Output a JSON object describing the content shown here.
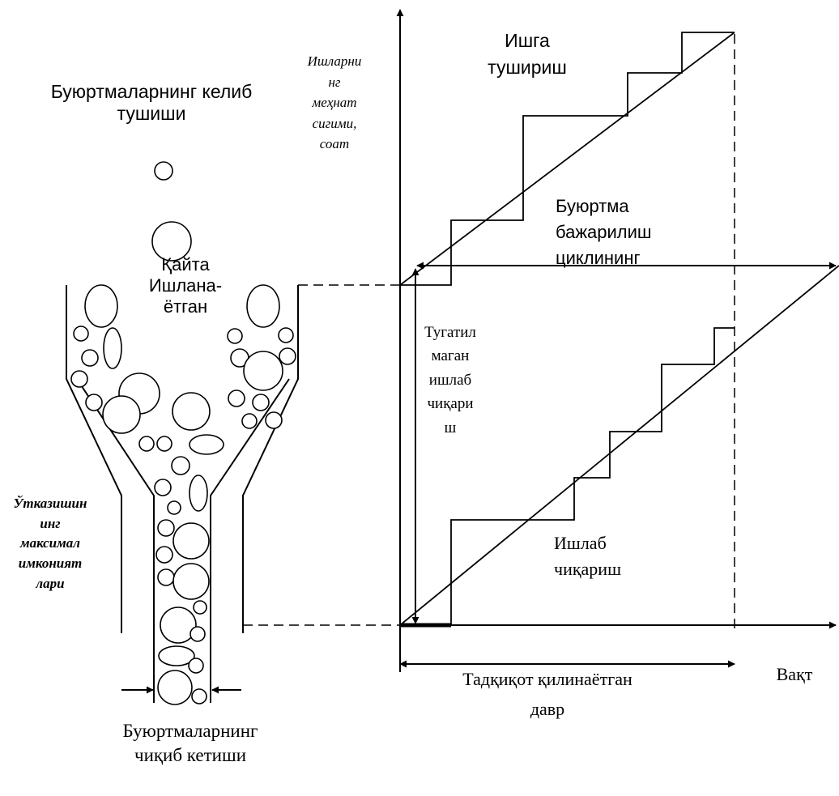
{
  "funnel": {
    "inflow_label": "Буюртмаларнинг келиб\nтушиши",
    "rework_label": "Қайта\nИшлана-\nётган",
    "capacity_label": "Ўтказишин\nинг\nмаксимал\nимконият\nлари",
    "outflow_label": "Буюртмаларнинг\nчиқиб кетиши"
  },
  "chart": {
    "y_axis_label": "Ишларни\nнг\nмеҳнат\nсигими,\nсоат",
    "launch_label": "Ишга\nтушириш",
    "cycle_label": "Буюртма\nбажарилиш\nциклининг",
    "wip_label": "Тугатил\nмаган\nишлаб\nчиқари\nш",
    "output_label": "Ишлаб\nчиқариш",
    "period_label": "Тадқиқот қилинаётган\nдавр",
    "time_label": "Вақт"
  },
  "colors": {
    "stroke": "#000000",
    "background": "#ffffff"
  }
}
